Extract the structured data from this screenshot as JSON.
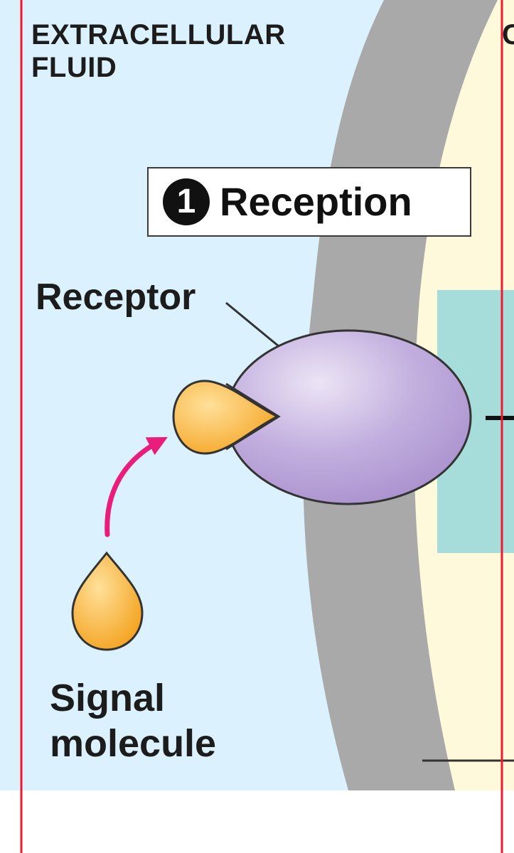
{
  "regions": {
    "extracellular_line1": "EXTRACELLULAR",
    "extracellular_line2": "FLUID",
    "cut_off_label_fragment": "C"
  },
  "stage": {
    "badge_number": "1",
    "title": "Reception"
  },
  "labels": {
    "receptor": "Receptor",
    "signal_molecule_line1": "Signal",
    "signal_molecule_line2": "molecule"
  },
  "colors": {
    "extracellular_fluid": "#dbf1fd",
    "plasma_membrane": "#a9a9a9",
    "cytoplasm": "#fff9dc",
    "intracellular_panel": "#a6dcd9",
    "receptor": "#a88fcc",
    "receptor_highlight": "#ece4f5",
    "signal_molecule": "#f4a21e",
    "signal_molecule_highlight": "#ffe09a",
    "motion_arrow": "#e91e7c",
    "frame_border": "#ee1b2e"
  }
}
